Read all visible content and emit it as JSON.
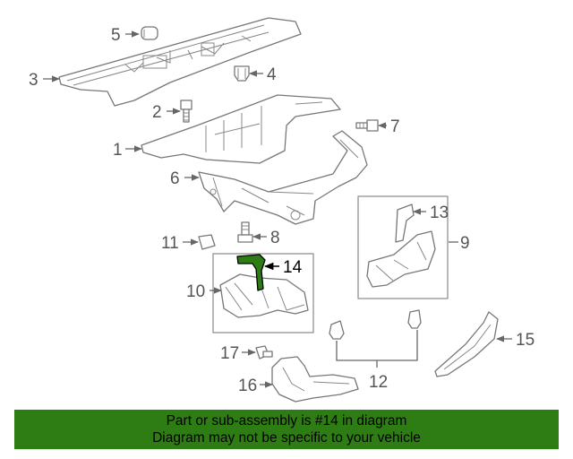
{
  "callouts": {
    "c1": "1",
    "c2": "2",
    "c3": "3",
    "c4": "4",
    "c5": "5",
    "c6": "6",
    "c7": "7",
    "c8": "8",
    "c9": "9",
    "c10": "10",
    "c11": "11",
    "c12": "12",
    "c13": "13",
    "c14": "14",
    "c15": "15",
    "c16": "16",
    "c17": "17"
  },
  "highlight_color": "#2e7d14",
  "banner": {
    "line1": "Part or sub-assembly is #14 in diagram",
    "line2": "Diagram may not be specific to your vehicle"
  }
}
